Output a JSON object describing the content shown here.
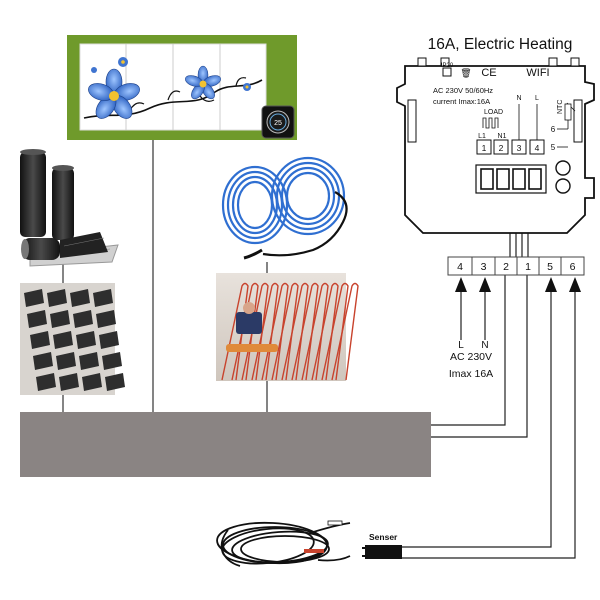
{
  "title": "16A, Electric Heating",
  "device": {
    "ip_rating": "IP20",
    "marks": [
      "CE",
      "WIFI"
    ],
    "rating_line1": "AC 230V 50/60Hz",
    "rating_line2": "current Imax:16A",
    "load_label": "LOAD",
    "l1_label": "L1",
    "n1_label": "N1",
    "n_label": "N",
    "l_label": "L",
    "ntc_label": "NTC",
    "side_terminal_6": "6",
    "side_terminal_5": "5",
    "top_terminals": [
      "1",
      "2",
      "3",
      "4"
    ]
  },
  "terminal_block": [
    "4",
    "3",
    "2",
    "1",
    "5",
    "6"
  ],
  "supply": {
    "l_label": "L",
    "n_label": "N",
    "voltage": "AC 230V",
    "imax": "Imax 16A"
  },
  "sensor_label": "Senser",
  "thermostat_display": "25",
  "colors": {
    "panel_border": "#6f9a2b",
    "heater_box": "#8a8483",
    "cable_blue": "#2f6fd1",
    "heating_red": "#c8432d",
    "wire": "#222222"
  },
  "icons": [
    "heating-film-roll-image",
    "heating-film-mat-image",
    "heating-cable-coil-image",
    "floor-cable-installation-image",
    "ntc-sensor-cable-image",
    "flower-tile-image",
    "thermostat-icon"
  ]
}
